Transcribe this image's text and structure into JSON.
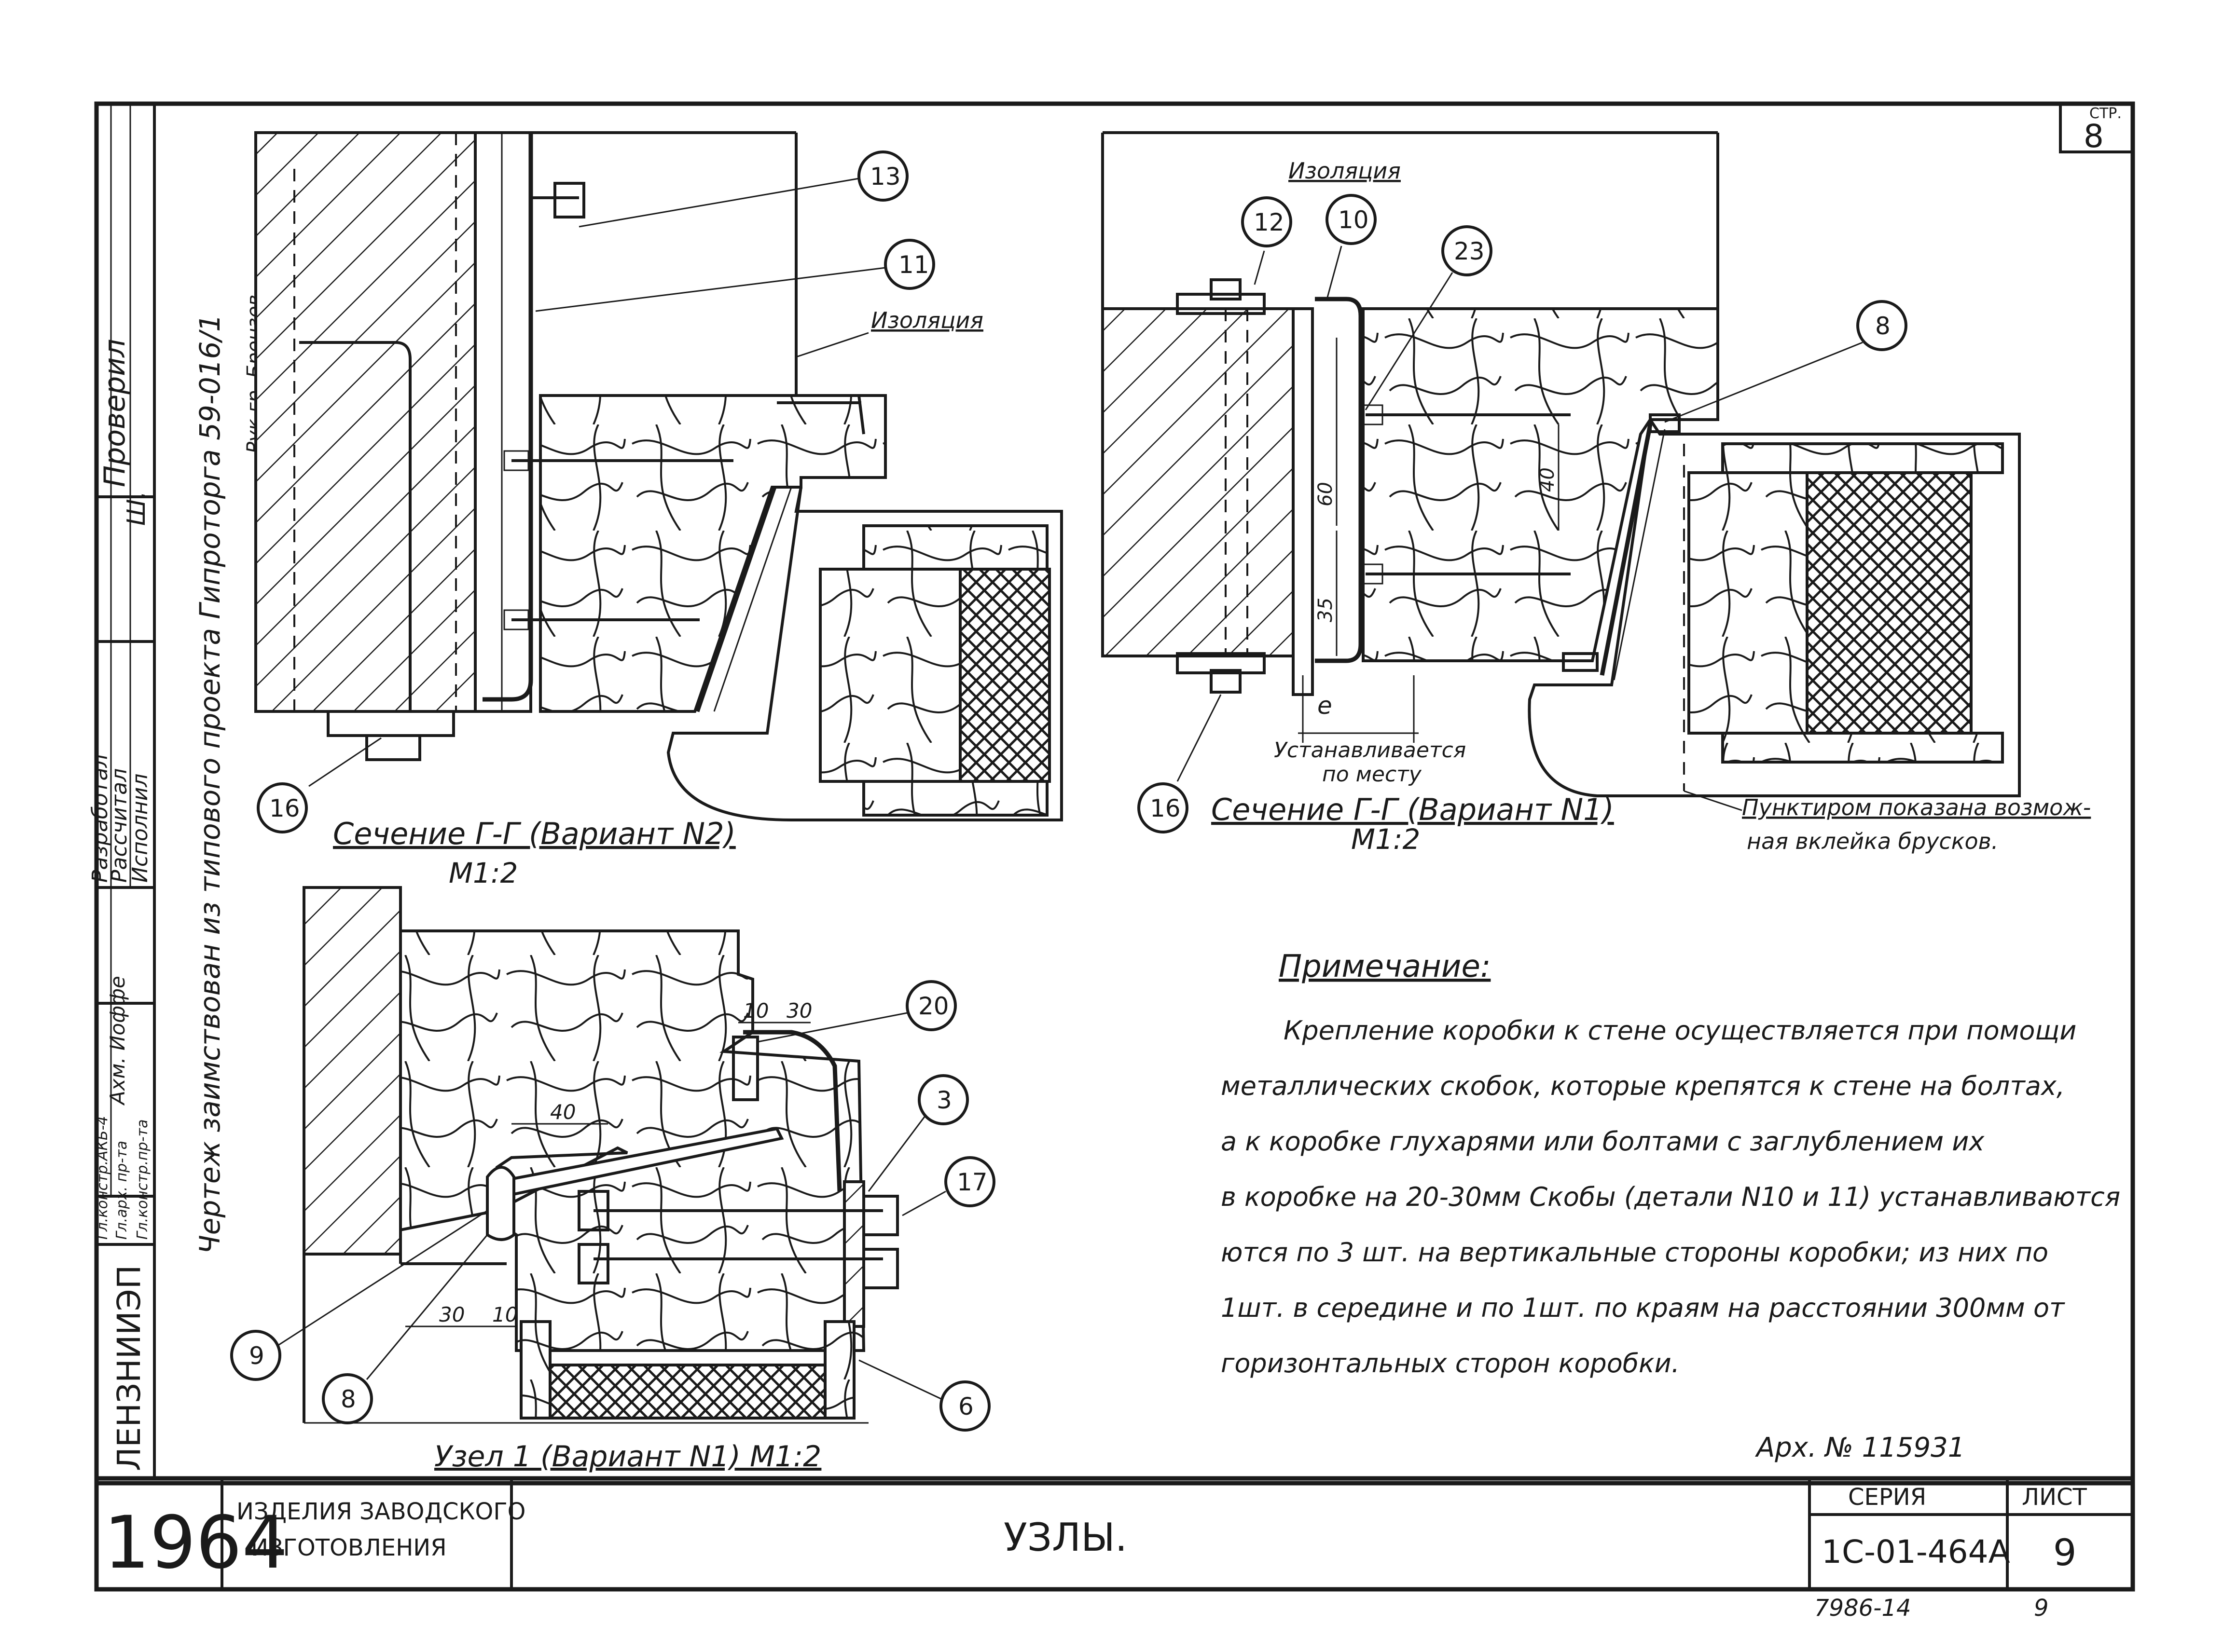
{
  "title_block": {
    "year": "1964",
    "org": "ЛЕНЗНИИЭП",
    "product_line1": "ИЗДЕЛИЯ ЗАВОДСКОГО",
    "product_line2": "ИЗГОТОВЛЕНИЯ",
    "sheet_title": "УЗЛЫ.",
    "series_label": "СЕРИЯ",
    "series_value": "1С-01-464А",
    "sheet_label": "ЛИСТ",
    "sheet_value": "9",
    "page_label": "СТР.",
    "page_value": "8",
    "archive": "Арх. № 115931",
    "order_number": "7986-14",
    "footer_page": "9"
  },
  "side_stamp": {
    "borrowed_note": "Чертеж заимствован из типового проекта Гипроторга 59-016/1",
    "group_head": "Рук.гр. Бронзов",
    "signer_cell": "Ш.",
    "roles": [
      "Проверил",
      "Разработал",
      "Рассчитал",
      "Исполнил"
    ],
    "chief_signature": "Ахм. Иоффе",
    "chief_roles": [
      "Гл.констр.АКБ-4",
      "Гл.арх. пр-та",
      "Гл.констр.пр-та"
    ]
  },
  "views": {
    "section_v2": {
      "label": "Сечение Г-Г (Вариант N2)",
      "scale": "М1:2",
      "isolation": "Изоляция"
    },
    "section_v1": {
      "label": "Сечение Г-Г (Вариант N1)",
      "scale": "М1:2",
      "isolation": "Изоляция",
      "dim_60": "60",
      "dim_35": "35",
      "dim_40": "40",
      "dim_e": "е",
      "install_line1": "Устанавливается",
      "install_line2": "по месту",
      "note_line1": "Пунктиром показана возмож-",
      "note_line2": "ная вклейка брусков."
    },
    "node_1": {
      "label": "Узел 1 (Вариант N1) М1:2",
      "dim_10_top": "10",
      "dim_30_top": "30",
      "dim_40": "40",
      "dim_30_bottom": "30",
      "dim_10_bottom": "10"
    }
  },
  "callouts": [
    "13",
    "11",
    "16",
    "12",
    "10",
    "23",
    "8",
    "16",
    "20",
    "3",
    "17",
    "9",
    "8",
    "6"
  ],
  "note": {
    "heading": "Примечание:",
    "lines": [
      "Крепление коробки к стене осуществляется при помощи",
      "металлических скобок, которые крепятся к стене на болтах,",
      "а к коробке глухарями или болтами с заглублением их",
      "в коробке на 20-30мм Скобы (детали N10 и 11) устанавливаются",
      "ются по 3 шт. на вертикальные стороны коробки; из них по",
      "1шт. в середине и по 1шт. по краям на расстоянии 300мм от",
      "горизонтальных сторон коробки."
    ]
  }
}
